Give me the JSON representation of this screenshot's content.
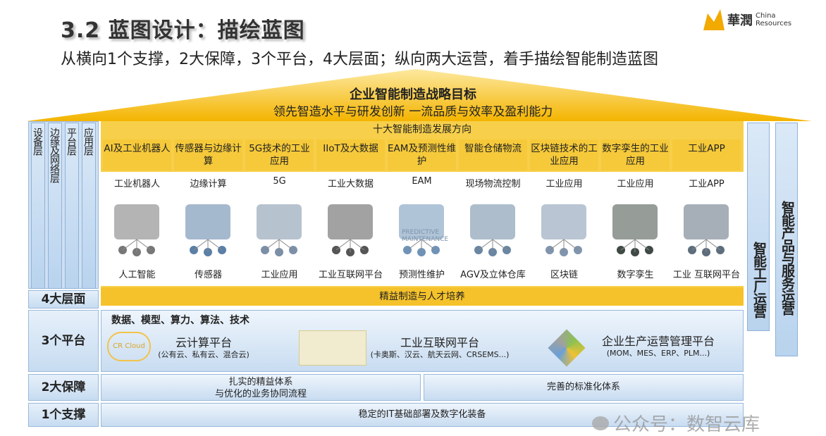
{
  "title": "3.2 蓝图设计：描绘蓝图",
  "subtitle": "从横向1个支撑，2大保障，3个平台，4大层面；纵向两大运营，着手描绘智能制造蓝图",
  "logo": {
    "cn": "華潤",
    "en1": "China",
    "en2": "Resources"
  },
  "goal": {
    "title": "企业智能制造战略目标",
    "text": "领先智造水平与研发创新 一流品质与效率及盈利能力"
  },
  "layers": [
    "设备层",
    "边缘及网络层",
    "平台层",
    "应用层"
  ],
  "layers_label": "4大层面",
  "directions_title": "十大智能制造发展方向",
  "directions": [
    {
      "cat": "AI及工业机器人",
      "top": "工业机器人",
      "bottom": "人工智能"
    },
    {
      "cat": "传感器与边缘计算",
      "top": "边缘计算",
      "bottom": "传感器"
    },
    {
      "cat": "5G技术的工业应用",
      "top": "5G",
      "bottom": "工业应用"
    },
    {
      "cat": "IIoT及大数据",
      "top": "工业大数据",
      "bottom": "工业互联网平台"
    },
    {
      "cat": "EAM及预测性维护",
      "top": "EAM",
      "bottom": "预测性维护",
      "img": "PREDICTIVE MAINTENANCE"
    },
    {
      "cat": "智能仓储物流",
      "top": "现场物流控制",
      "bottom": "AGV及立体仓库"
    },
    {
      "cat": "区块链技术的工业应用",
      "top": "工业应用",
      "bottom": "区块链"
    },
    {
      "cat": "数字孪生的工业应用",
      "top": "工业应用",
      "bottom": "数字孪生"
    },
    {
      "cat": "工业APP",
      "top": "工业APP",
      "bottom": "工业 互联网平台"
    }
  ],
  "lean": "精益制造与人才培养",
  "right_ops": [
    "智能工厂运营",
    "智能产品与服务运营"
  ],
  "platforms": {
    "label": "3个平台",
    "header": "数据、模型、算力、算法、技术",
    "items": [
      {
        "name": "云计算平台",
        "sub": "(公有云、私有云、混合云)",
        "icon": "CR Cloud"
      },
      {
        "name": "工业互联网平台",
        "sub": "(卡奥斯、汉云、航天云网、CRSEMS...)"
      },
      {
        "name": "企业生产运营管理平台",
        "sub": "(MOM、MES、ERP、PLM...)"
      }
    ]
  },
  "guarantees": {
    "label": "2大保障",
    "items": [
      "扎实的精益体系\n与优化的业务协同流程",
      "完善的标准化体系"
    ]
  },
  "support": {
    "label": "1个支撑",
    "text": "稳定的IT基础部署及数字化装备"
  },
  "watermark": "公众号：数智云库"
}
